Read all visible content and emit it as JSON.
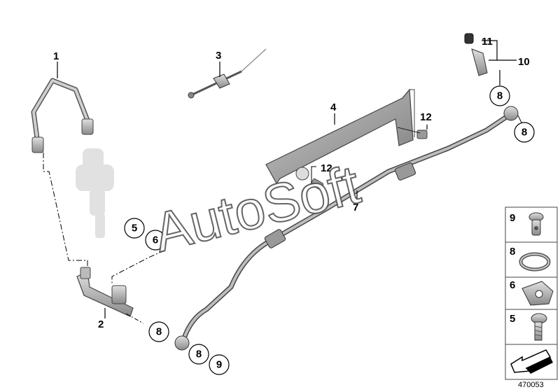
{
  "watermark": "AutoSoft",
  "figure_number": "470053",
  "part_labels": {
    "p1": "1",
    "p2": "2",
    "p3": "3",
    "p4": "4",
    "p7": "7",
    "p10": "10",
    "p11": "11",
    "p12a": "12",
    "p12b": "12"
  },
  "circle_labels": {
    "c5": "5",
    "c6": "6",
    "c8a": "8",
    "c8b": "8",
    "c8c": "8",
    "c8d": "8",
    "c9": "9"
  },
  "legend": {
    "items": [
      {
        "label": "9",
        "icon": "banjo-bolt-icon"
      },
      {
        "label": "8",
        "icon": "sealing-ring-icon"
      },
      {
        "label": "6",
        "icon": "clip-icon"
      },
      {
        "label": "5",
        "icon": "screw-icon"
      }
    ],
    "arrow_icon": "direction-arrow-icon"
  }
}
